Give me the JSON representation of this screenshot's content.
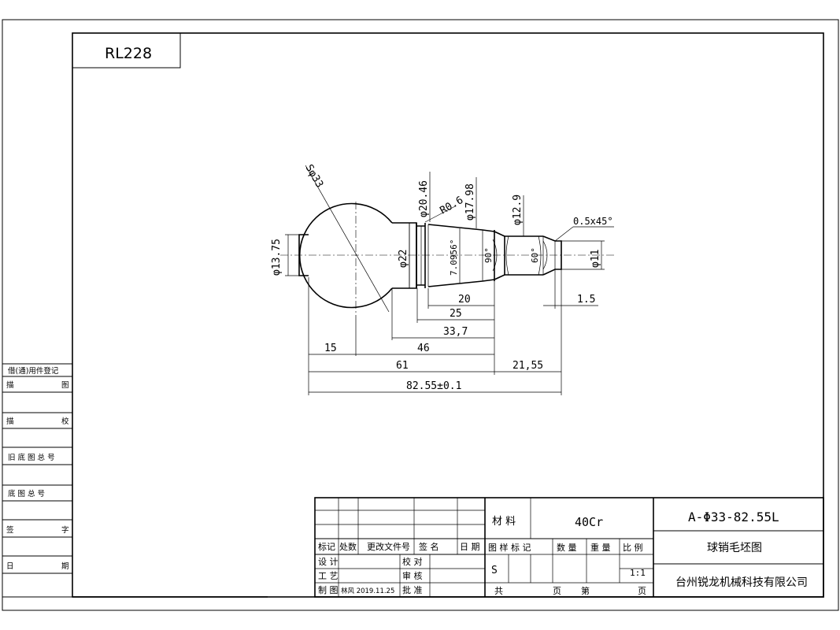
{
  "drawing_code": "RL228",
  "dimensions": {
    "sphere": "Sφ33",
    "d20_46": "φ20.46",
    "r0_6": "R0.6",
    "d17_98": "φ17.98",
    "d12_9": "φ12.9",
    "chamfer": "0.5x45°",
    "d13_75": "φ13.75",
    "d22": "φ22",
    "taper_angle": "7.0956°",
    "angle90": "90°",
    "angle60": "60°",
    "d11": "φ11",
    "len20": "20",
    "len25": "25",
    "len1_5": "1.5",
    "len33_7": "33,7",
    "len15": "15",
    "len46": "46",
    "len61": "61",
    "len21_55": "21,55",
    "total": "82.55±0.1"
  },
  "left_panel": {
    "heading": "借(通)用件登记",
    "row1_a": "描",
    "row1_b": "图",
    "row2_a": "描",
    "row2_b": "校",
    "row3": "旧 底 图 总 号",
    "row4": "底  图  总  号",
    "row5_a": "签",
    "row5_b": "字",
    "row6_a": "日",
    "row6_b": "期"
  },
  "title_block": {
    "hdr_mark": "标记",
    "hdr_count": "处数",
    "hdr_doc": "更改文件号",
    "hdr_sign": "签      名",
    "hdr_date": "日 期",
    "design": "设   计",
    "check": "校   对",
    "process": "工   艺",
    "review": "审   核",
    "drawn": "制   图",
    "drawn_name": "林风  2019.11.25",
    "approve": "批   准",
    "material_label": "材  料",
    "material_value": "40Cr",
    "stage_label": "图   样   标   记",
    "qty_label": "数    量",
    "weight_label": "重    量",
    "scale_label": "比    例",
    "stage_value": "S",
    "scale_value": "1:1",
    "total_label": "共",
    "page_label": "页",
    "nth_label": "第",
    "page_label2": "页",
    "part_number": "A-Φ33-82.55L",
    "part_name": "球销毛坯图",
    "company": "台州锐龙机械科技有限公司"
  }
}
